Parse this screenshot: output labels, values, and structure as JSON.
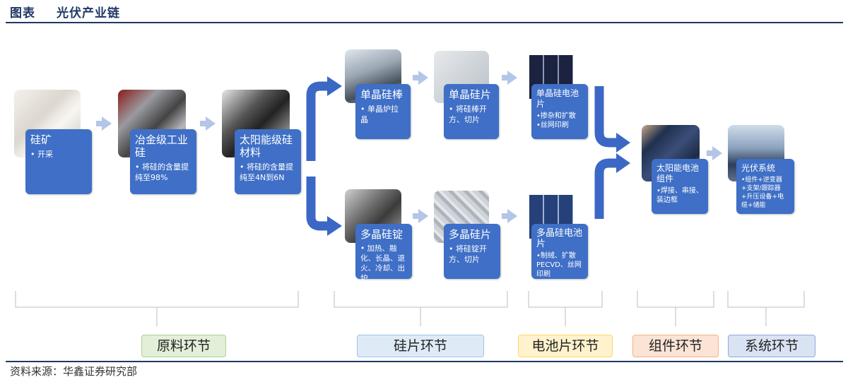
{
  "header": {
    "label": "图表",
    "title": "光伏产业链"
  },
  "source": "资料来源：华鑫证券研究部",
  "nodes": {
    "silica": {
      "title": "硅矿",
      "desc": "• 开采"
    },
    "metal_si": {
      "title": "冶金级工业硅",
      "desc": "• 将硅的含量提纯至98%"
    },
    "solar_si": {
      "title": "太阳能级硅材料",
      "desc": "• 将硅的含量提纯至4N到6N"
    },
    "mono_rod": {
      "title": "单晶硅棒",
      "desc": "• 单晶炉拉晶"
    },
    "mono_wafer": {
      "title": "单晶硅片",
      "desc": "• 将硅棒开方、切片"
    },
    "mono_cell": {
      "title": "单晶硅电池片",
      "desc": "•掺杂和扩散\n•丝网印刷"
    },
    "multi_ingot": {
      "title": "多晶硅锭",
      "desc": "• 加热、融化、长晶、退火、冷却、出炉"
    },
    "multi_wafer": {
      "title": "多晶硅片",
      "desc": "• 将硅锭开方、切片"
    },
    "multi_cell": {
      "title": "多晶硅电池片",
      "desc": "•制绒、扩散PECVD、丝网印刷"
    },
    "module": {
      "title": "太阳能电池组件",
      "desc": "•焊接、串接、装边框"
    },
    "system": {
      "title": "光伏系统",
      "desc": "•组件+逆变器+支架/跟踪器+升压设备+电缆+储能"
    }
  },
  "stages": {
    "raw": "原料环节",
    "wafer": "硅片环节",
    "cell": "电池片环节",
    "module": "组件环节",
    "system": "系统环节"
  },
  "colors": {
    "node": "#3f6fc6",
    "arrow_main": "#3b68c4",
    "arrow_light": "#b4c6e7",
    "stage_raw": "#e2efd9",
    "stage_wafer": "#deebf7",
    "stage_cell": "#fff2cc",
    "stage_module": "#fbe4d5",
    "stage_system": "#dae3f3",
    "rule": "#1f3864"
  }
}
